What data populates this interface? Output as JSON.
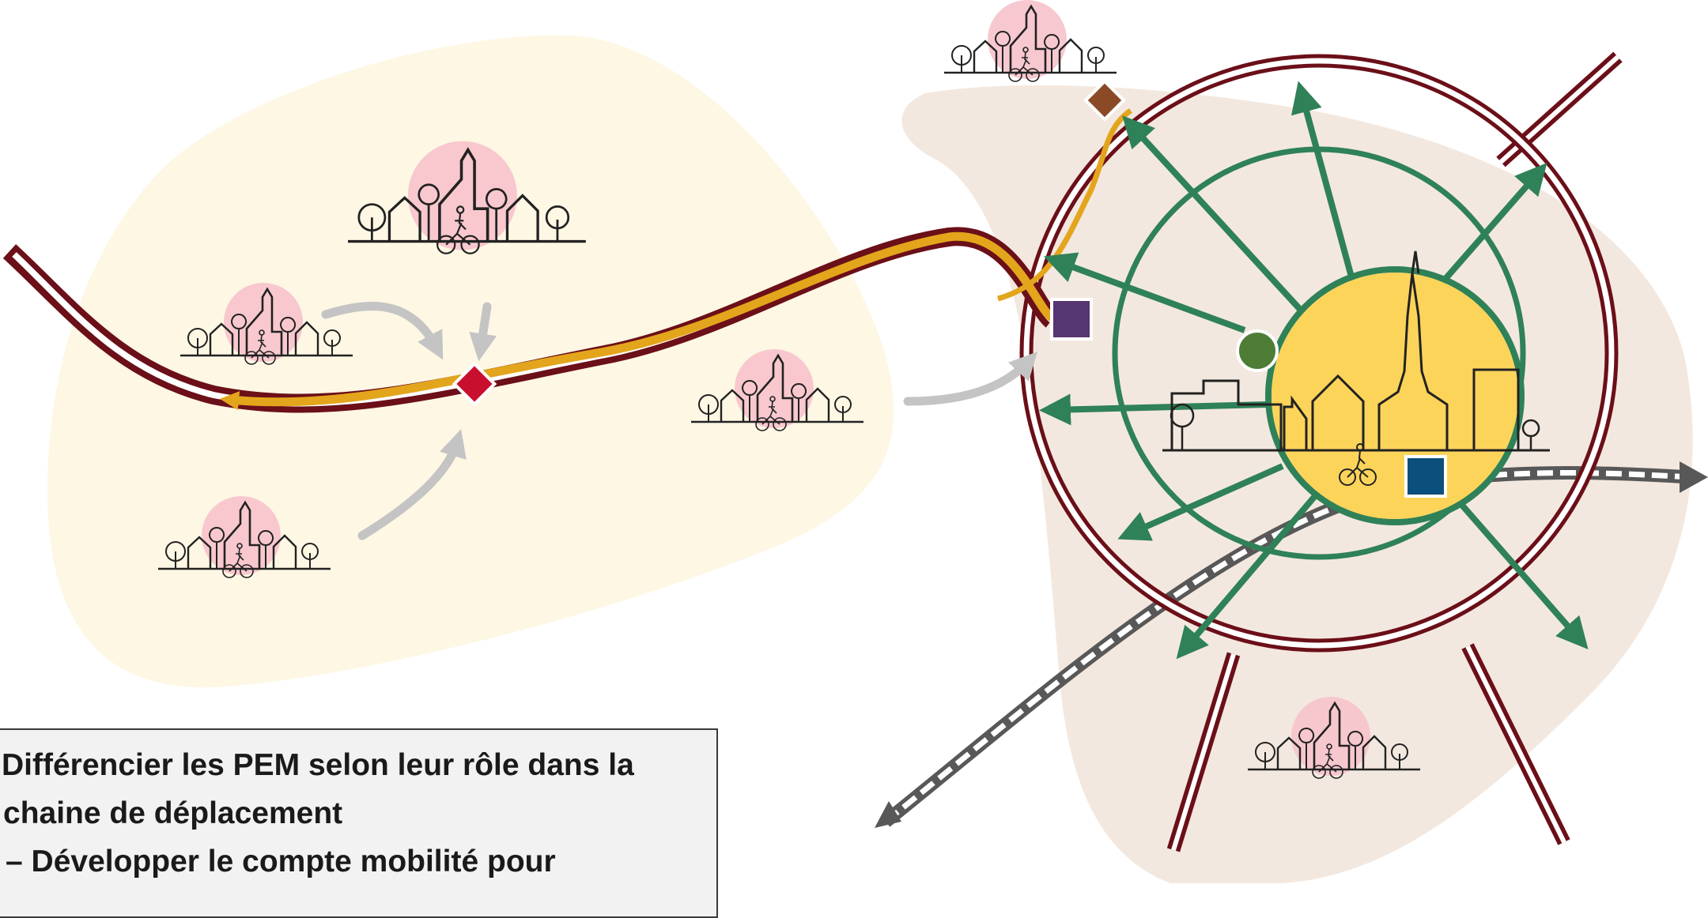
{
  "caption": {
    "line1": "Différencier les PEM selon leur rôle dans la",
    "line2": "chaine de déplacement",
    "line3": "– Développer le compte mobilité pour"
  },
  "colors": {
    "territory_left": "#fdf7e4",
    "territory_right": "#f3e8df",
    "town_halo": "#f7c3cc",
    "center_fill": "#fdd45a",
    "ring_road": "#6b0f18",
    "radial_links": "#2f8158",
    "main_line": "#e3a51c",
    "rail": "#585858",
    "feeder_arrows": "#c4c4c4",
    "pem_red": "#c8102e",
    "pem_purple": "#553572",
    "pem_brown": "#8b4a26",
    "pem_blue": "#0b4f7c",
    "pem_green": "#4e7d35"
  },
  "icons": {
    "town": "village-houses-church-icon",
    "bike": "bicycle-icon",
    "pem_diamond": "pem-diamond-marker-icon",
    "pem_square": "pem-square-marker-icon",
    "pem_circle": "pem-circle-marker-icon"
  }
}
